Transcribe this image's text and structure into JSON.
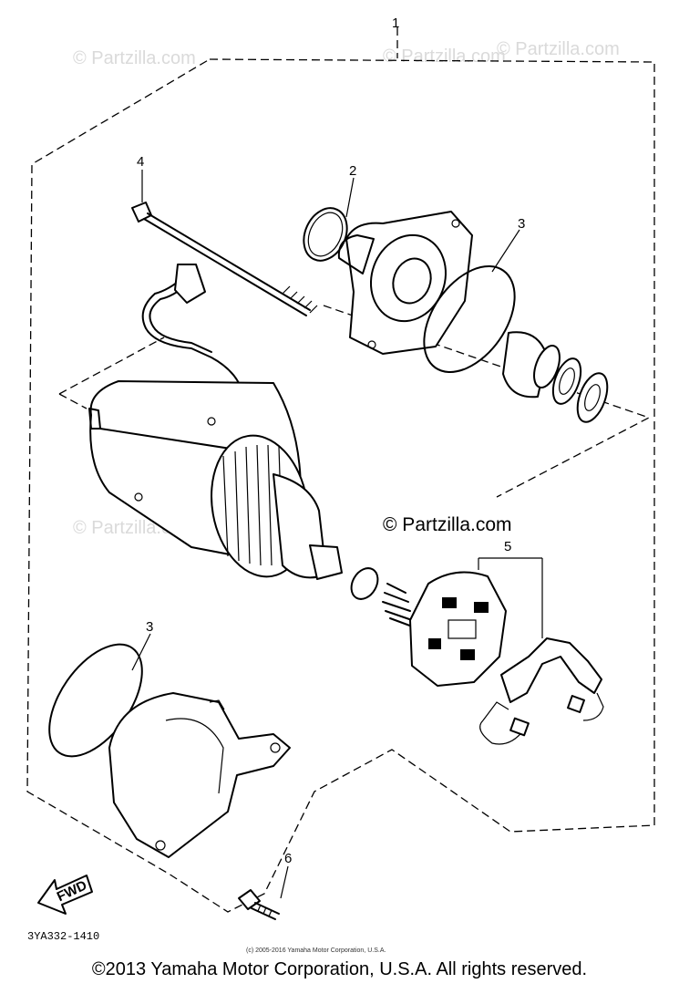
{
  "watermarks": [
    "© Partzilla.com",
    "© Partzilla.com",
    "© Partzilla.com",
    "© Partzilla.com",
    "© Partzilla.com"
  ],
  "callouts": {
    "p1": "1",
    "p2": "2",
    "p3_top": "3",
    "p3_bottom": "3",
    "p4": "4",
    "p5": "5",
    "p6": "6"
  },
  "fwd_label": "FWD",
  "diagram_code": "3YA332-1410",
  "small_copyright": "(c) 2005-2016 Yamaha Motor Corporation, U.S.A.",
  "footer": "©2013 Yamaha Motor Corporation, U.S.A. All rights reserved."
}
